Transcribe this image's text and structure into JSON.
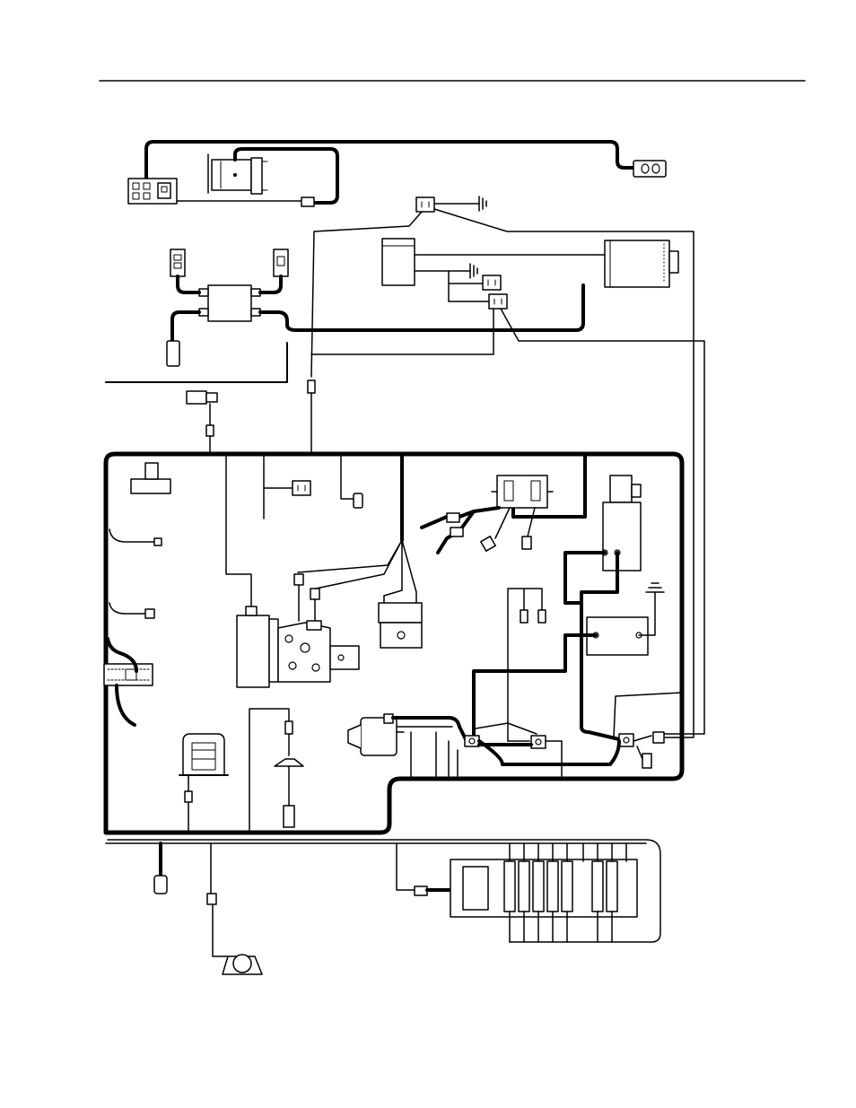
{
  "page": {
    "header_rule_color": "#000000",
    "background": "#ffffff"
  },
  "diagram": {
    "kind": "wiring-harness",
    "stroke_color": "#000000",
    "components": [
      {
        "id": "outlet-switch-panel",
        "icon": "outlet-icon"
      },
      {
        "id": "generator",
        "icon": "generator-icon"
      },
      {
        "id": "remote-outlet",
        "icon": "outlet-icon"
      },
      {
        "id": "top-relay",
        "icon": "relay-icon"
      },
      {
        "id": "control-box",
        "icon": "box-icon"
      },
      {
        "id": "engine-motor",
        "icon": "motor-icon"
      },
      {
        "id": "relay-a",
        "icon": "relay-icon"
      },
      {
        "id": "relay-b",
        "icon": "relay-icon"
      },
      {
        "id": "harness-junction",
        "icon": "box-icon"
      },
      {
        "id": "left-switch",
        "icon": "switch-icon"
      },
      {
        "id": "right-switch",
        "icon": "switch-icon"
      },
      {
        "id": "plug-connector",
        "icon": "plug-icon"
      },
      {
        "id": "sensor",
        "icon": "sensor-icon"
      },
      {
        "id": "mount-bracket",
        "icon": "bracket-icon"
      },
      {
        "id": "relay-c",
        "icon": "relay-icon"
      },
      {
        "id": "terminal-board",
        "icon": "board-icon"
      },
      {
        "id": "hydraulic-pump",
        "icon": "pump-icon"
      },
      {
        "id": "controller-module",
        "icon": "module-icon"
      },
      {
        "id": "valve-block",
        "icon": "valve-icon"
      },
      {
        "id": "solenoid",
        "icon": "solenoid-icon"
      },
      {
        "id": "battery",
        "icon": "battery-icon"
      },
      {
        "id": "starter-motor",
        "icon": "motor-icon"
      },
      {
        "id": "terminal-block-left",
        "icon": "terminal-icon"
      },
      {
        "id": "terminal-block-center",
        "icon": "terminal-icon"
      },
      {
        "id": "terminal-block-right",
        "icon": "terminal-icon"
      },
      {
        "id": "alarm-housing",
        "icon": "alarm-icon"
      },
      {
        "id": "float-switch",
        "icon": "float-icon"
      },
      {
        "id": "horn",
        "icon": "horn-icon"
      },
      {
        "id": "manifold-valve-bank",
        "icon": "manifold-icon"
      },
      {
        "id": "beacon-light",
        "icon": "light-icon"
      }
    ]
  }
}
